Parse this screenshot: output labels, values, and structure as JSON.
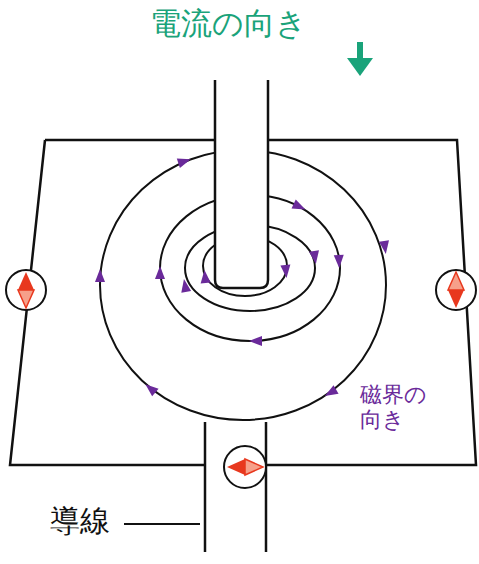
{
  "diagram": {
    "labels": [
      "電流の向き",
      "磁界の 向き",
      "導線"
    ]
  }
}
